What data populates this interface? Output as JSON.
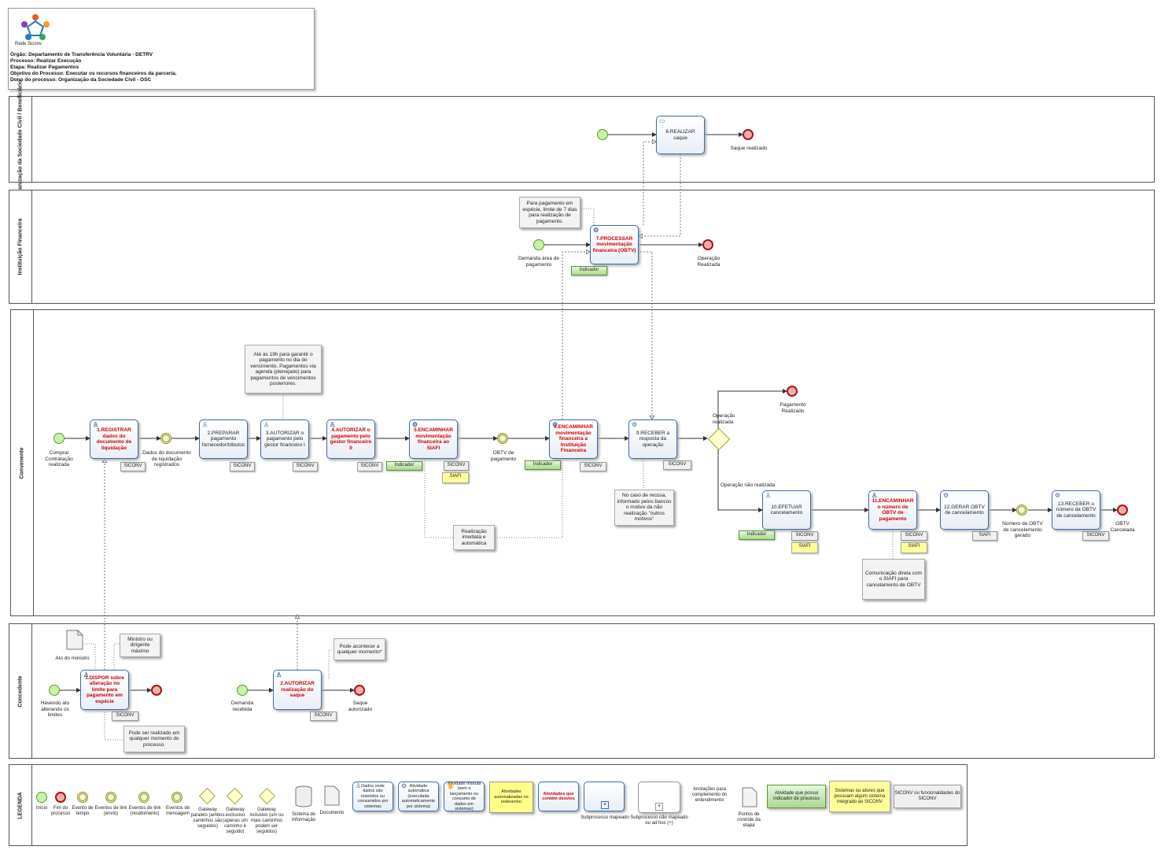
{
  "header": {
    "logo_text": "Rede Siconv",
    "orgao": "Órgão: Departamento de Transferência Voluntária - DETRV",
    "processo": "Processo: Realizar Execução",
    "etapa": "Etapa: Realizar Pagamentos",
    "objetivo": "Objetivo do Processo: Executar os recursos financeiros da parceria.",
    "dono": "Dono do processo: Organização da Sociedade Civil - OSC"
  },
  "lanes": {
    "osc": "Organização da Sociedade Civil / Beneficiário",
    "if": "Instituição Financeira",
    "convenente": "Convenente",
    "concedente": "Concedente",
    "legenda": "LEGENDA"
  },
  "tasks": {
    "t8": "8.REALIZAR saque",
    "t7": "7.PROCESSAR movimentação financeira (OBTV)",
    "t1": "1.REGISTRAR dados do documento de liquidação",
    "t2": "2.PREPARAR pagamento fornecedor/tributos",
    "t3": "3.AUTORIZAR o pagamento pelo gestor financeiro I",
    "t4": "4.AUTORIZAR o pagamento pelo gestor financeiro II",
    "t5": "5.ENCAMINHAR movimentação financeira ao SIAFI",
    "t6": "6.ENCAMINHAR movimentação financeira a Instituição Financeira",
    "t9": "9.RECEBER a resposta da operação",
    "t10": "10.EFETUAR cancelamento",
    "t11": "11.ENCAMINHAR o número de OBTV de pagamento",
    "t12": "12.GERAR OBTV de cancelamento",
    "t13": "13.RECEBER o número da OBTV de cancelamento",
    "tc1": "1.DISPOR sobre alteração no limite para pagamento em espécie",
    "tc2": "2.AUTORIZAR realização do saque"
  },
  "events": {
    "saque_realizado": "Saque realizado",
    "demanda_pagamento": "Demanda área de pagamento",
    "operacao_realizada": "Operação Realizada",
    "compra": "Compra/ Contratação realizada",
    "dados_doc": "Dados do documento de liquidação registrados",
    "obtv_pagamento": "OBTV de pagamento",
    "pagamento_realizado": "Pagamento Realizado",
    "numero_obtv": "Número de OBTV de cancelamento gerado",
    "obtv_cancelada": "OBTV Cancelada",
    "havendo_ato": "Havendo ato alterando os limites",
    "demanda_recebida": "Demanda recebida",
    "saque_autorizado": "Saque autorizado"
  },
  "flow_labels": {
    "op_realizada": "Operação realizada",
    "op_nao_realizada": "Operação não realizada"
  },
  "tags": {
    "siconv": "SICONV",
    "siafi": "SIAFI",
    "indicador": "Indicador"
  },
  "notes": {
    "n_especie": "Para pagamento em espécie, limite de 7 dias para realização de pagamento.",
    "n_ate": "Até às 19h para garantir o pagamento no dia do vencimento. Pagamentos via agenda (plenejado) para pagamentos de vencimentos posteriores.",
    "n_recusa": "No caso de recusa, informado pelos bancos o motivo da não realização \"outros motivos\"",
    "n_realizacao": "Realização imediata e automática",
    "n_comunicacao": "Comunicação direta com o SIAFI para cancelamento de OBTV",
    "n_ministro": "Ministro ou dirigente máximo",
    "n_qualquer": "Pode ser realizado em qualquer momento do processo.",
    "n_acontecer": "Pode acontecer a qualquer momento*",
    "ato_ministro": "Ato do ministro"
  },
  "legend": {
    "inicio": "Início",
    "fim": "Fim do processo",
    "tempo": "Evento de tempo",
    "link": "Eventos de link (envio)",
    "link_rec": "Eventos de link (recebimento)",
    "mensagem": "Eventos de mensagem",
    "gw_paralelo": "Gateway paralelo (ambos caminhos são seguidos)",
    "gw_exclusivo": "Gateway exclusivo (apenas um caminho é seguido)",
    "gw_inclusivo": "Gateway inclusivo (um ou mais caminhos podem ser seguidos)",
    "sistema": "Sistema de Informação",
    "documento": "Documento",
    "usuario": "Dados onde dados são inseridos ou consumidos por sistemas",
    "automatica": "Atividade automática (executada automaticamente por sistema)",
    "manual": "Atividade manual (sem o lançamento ou consumo de dados em sistemas)",
    "automatizadas": "Atividades automatizadas no redesenho",
    "conter_desvios": "Atividades que contém desvios",
    "subprocesso": "Subprocesso mapeado",
    "subprocesso_nao": "Subprocesso não mapeado ou ad hoc (+)",
    "anotacoes": "Anotações para complemento do entendimento",
    "pontos": "Pontos de controle da etapa",
    "indicador": "Atividade que possui indicador de processo",
    "sistemas_atores": "Sistemas ou atores que possuam algum sistema integrado ao SICONV",
    "funcionalidades": "SICONV ou funcionalidades do SICONV"
  },
  "colors": {
    "task_border": "#3b6ea8",
    "red_text": "#d10000",
    "start_fill": "#c9f0a8",
    "end_fill": "#f3b0b0"
  }
}
